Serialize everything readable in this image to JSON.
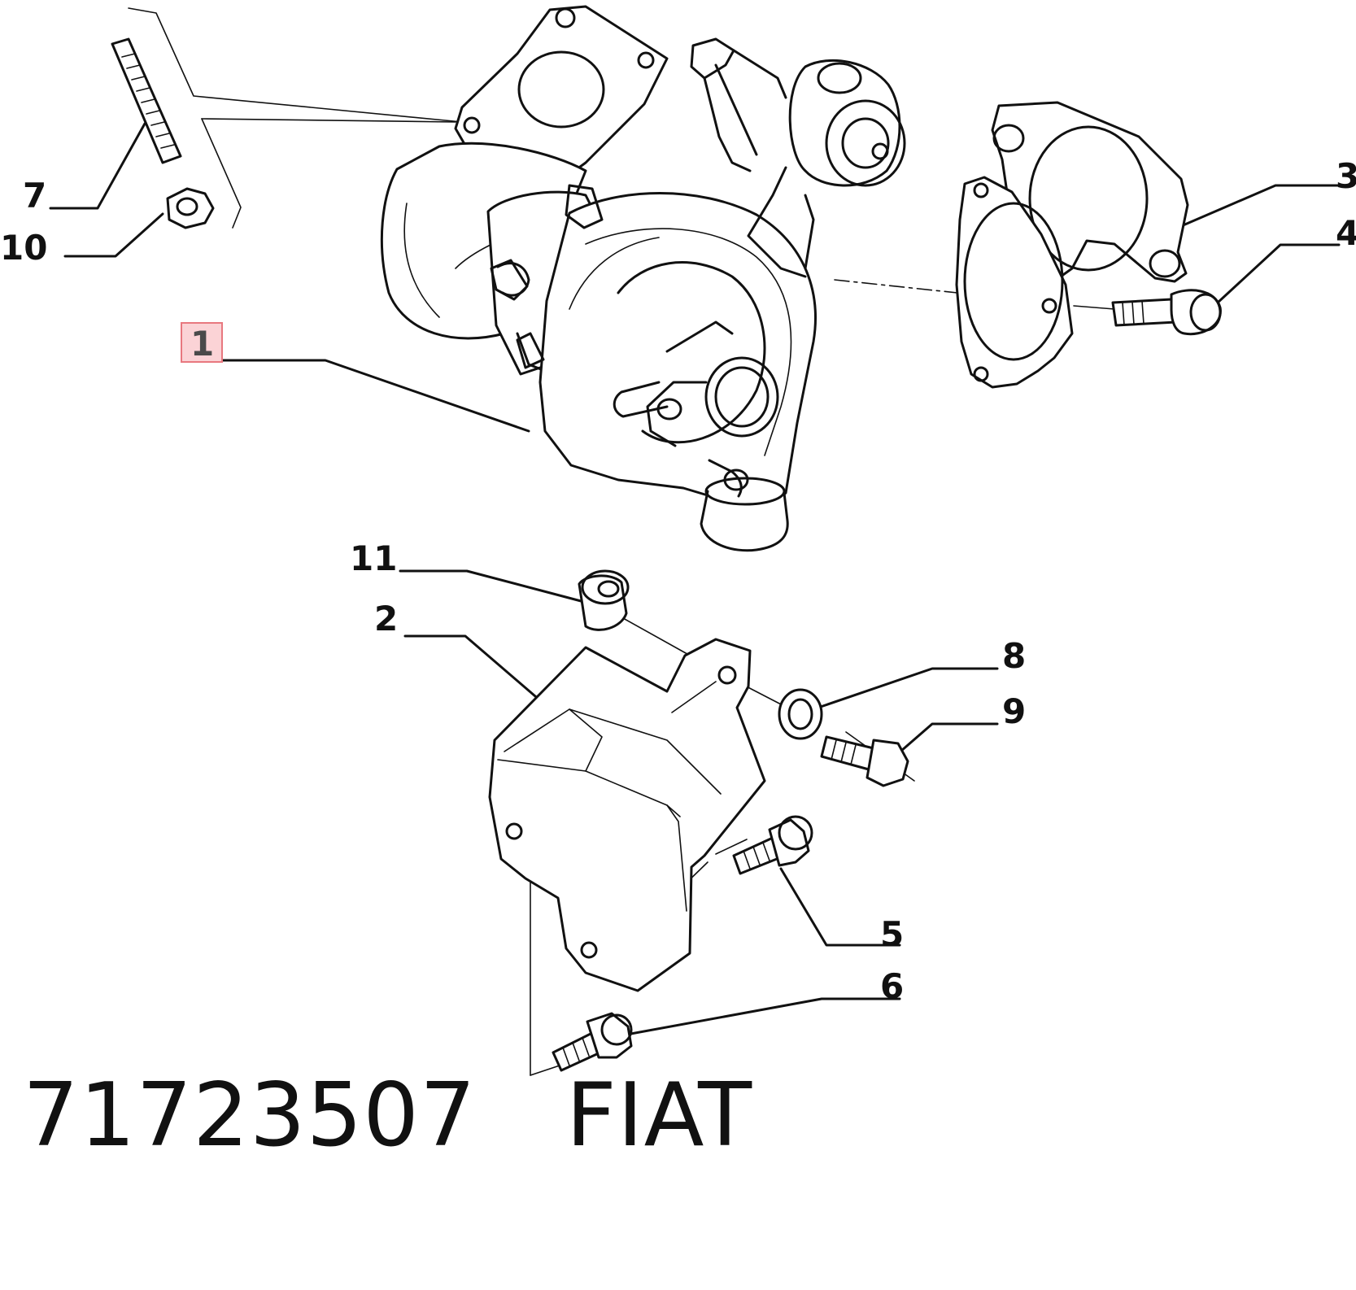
{
  "part_number": "71723507",
  "brand": "FIAT",
  "selected_callout": "1",
  "callouts": {
    "c1": "1",
    "c2": "2",
    "c3": "3",
    "c4": "4",
    "c5": "5",
    "c6": "6",
    "c7": "7",
    "c8": "8",
    "c9": "9",
    "c10": "10",
    "c11": "11"
  }
}
